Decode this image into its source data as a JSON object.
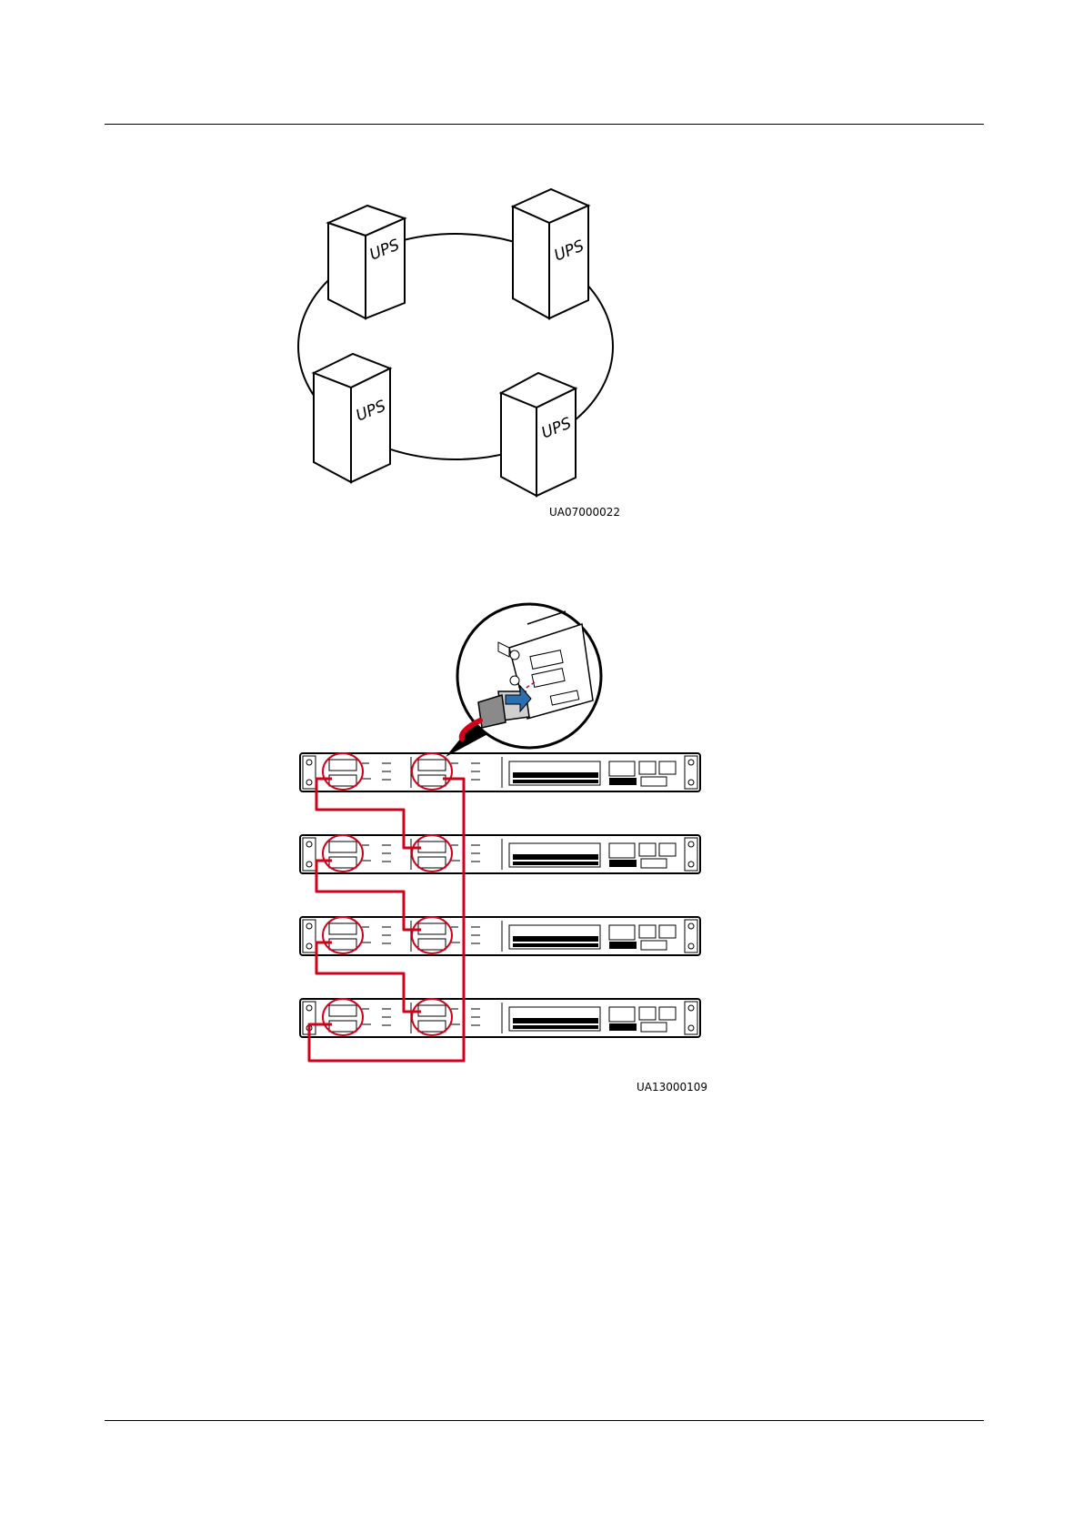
{
  "figure1": {
    "id": "UA07000022",
    "unit_label": "UPS",
    "unit_count": 4
  },
  "figure2": {
    "id": "UA13000109",
    "module_count": 4,
    "cable_color": "#d0021b",
    "arrow_color": "#2a6fb0"
  }
}
